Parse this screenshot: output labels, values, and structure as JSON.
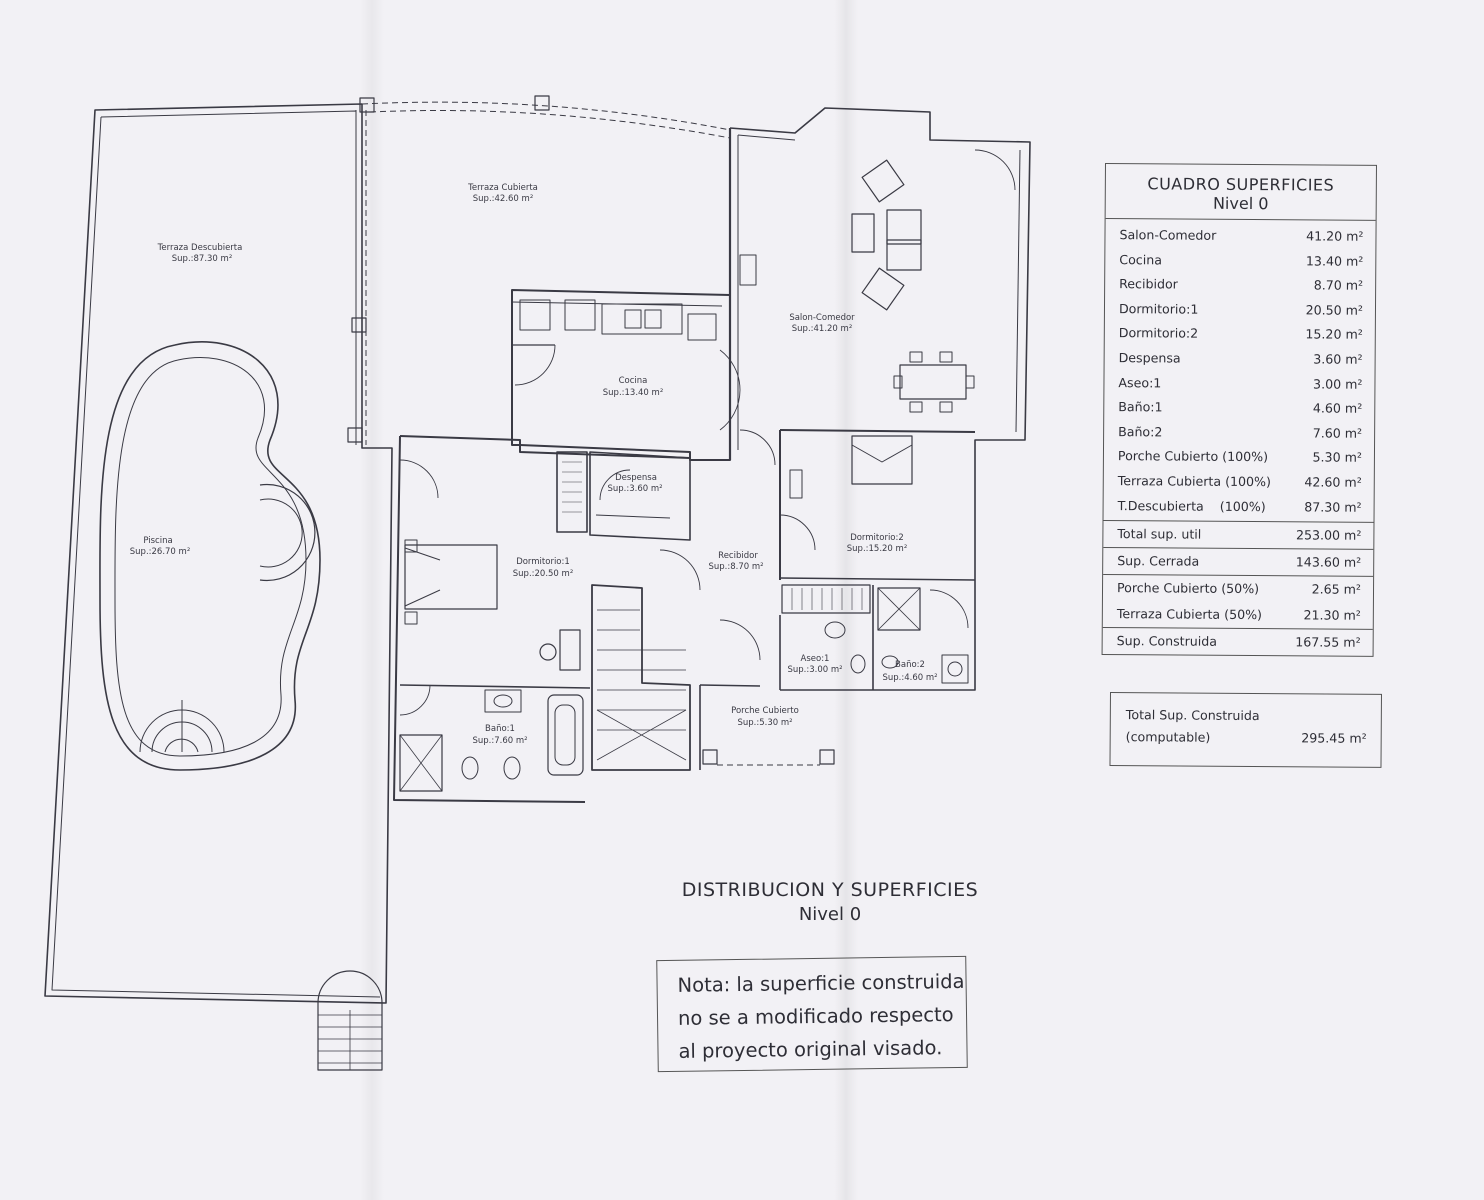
{
  "plan": {
    "terraza_descubierta": {
      "name": "Terraza Descubierta",
      "sup": "Sup.:87.30 m²"
    },
    "terraza_cubierta": {
      "name": "Terraza Cubierta",
      "sup": "Sup.:42.60 m²"
    },
    "piscina": {
      "name": "Piscina",
      "sup": "Sup.:26.70 m²"
    },
    "cocina": {
      "name": "Cocina",
      "sup": "Sup.:13.40 m²"
    },
    "salon": {
      "name": "Salon-Comedor",
      "sup": "Sup.:41.20 m²"
    },
    "despensa": {
      "name": "Despensa",
      "sup": "Sup.:3.60 m²"
    },
    "dormitorio1": {
      "name": "Dormitorio:1",
      "sup": "Sup.:20.50 m²"
    },
    "recibidor": {
      "name": "Recibidor",
      "sup": "Sup.:8.70 m²"
    },
    "dormitorio2": {
      "name": "Dormitorio:2",
      "sup": "Sup.:15.20 m²"
    },
    "aseo1": {
      "name": "Aseo:1",
      "sup": "Sup.:3.00 m²"
    },
    "bano2": {
      "name": "Baño:2",
      "sup": "Sup.:4.60 m²"
    },
    "bano1": {
      "name": "Baño:1",
      "sup": "Sup.:7.60 m²"
    },
    "porche": {
      "name": "Porche Cubierto",
      "sup": "Sup.:5.30 m²"
    }
  },
  "table": {
    "title": "CUADRO SUPERFICIES",
    "subtitle": "Nivel 0",
    "rows": [
      {
        "label": "Salon-Comedor",
        "value": "41.20 m²"
      },
      {
        "label": "Cocina",
        "value": "13.40 m²"
      },
      {
        "label": "Recibidor",
        "value": "8.70 m²"
      },
      {
        "label": "Dormitorio:1",
        "value": "20.50 m²"
      },
      {
        "label": "Dormitorio:2",
        "value": "15.20 m²"
      },
      {
        "label": "Despensa",
        "value": "3.60 m²"
      },
      {
        "label": "Aseo:1",
        "value": "3.00 m²"
      },
      {
        "label": "Baño:1",
        "value": "4.60 m²"
      },
      {
        "label": "Baño:2",
        "value": "7.60 m²"
      },
      {
        "label": "Porche Cubierto (100%)",
        "value": "5.30 m²"
      },
      {
        "label": "Terraza Cubierta (100%)",
        "value": "42.60 m²"
      },
      {
        "label": "T.Descubierta",
        "pct": "(100%)",
        "value": "87.30 m²"
      }
    ],
    "total_util": {
      "label": "Total sup. util",
      "value": "253.00 m²"
    },
    "cerrada": {
      "label": "Sup. Cerrada",
      "value": "143.60 m²"
    },
    "porche50": {
      "label": "Porche Cubierto (50%)",
      "value": "2.65 m²"
    },
    "terraza50": {
      "label": "Terraza Cubierta (50%)",
      "value": "21.30 m²"
    },
    "construida": {
      "label": "Sup. Construida",
      "value": "167.55 m²"
    }
  },
  "total_box": {
    "line1": "Total Sup. Construida",
    "line2": "(computable)",
    "value": "295.45 m²"
  },
  "title": {
    "main": "DISTRIBUCION Y SUPERFICIES",
    "sub": "Nivel 0"
  },
  "note": {
    "line1": "Nota: la superficie construida",
    "line2": "no se a modificado respecto",
    "line3": "al proyecto original visado."
  }
}
